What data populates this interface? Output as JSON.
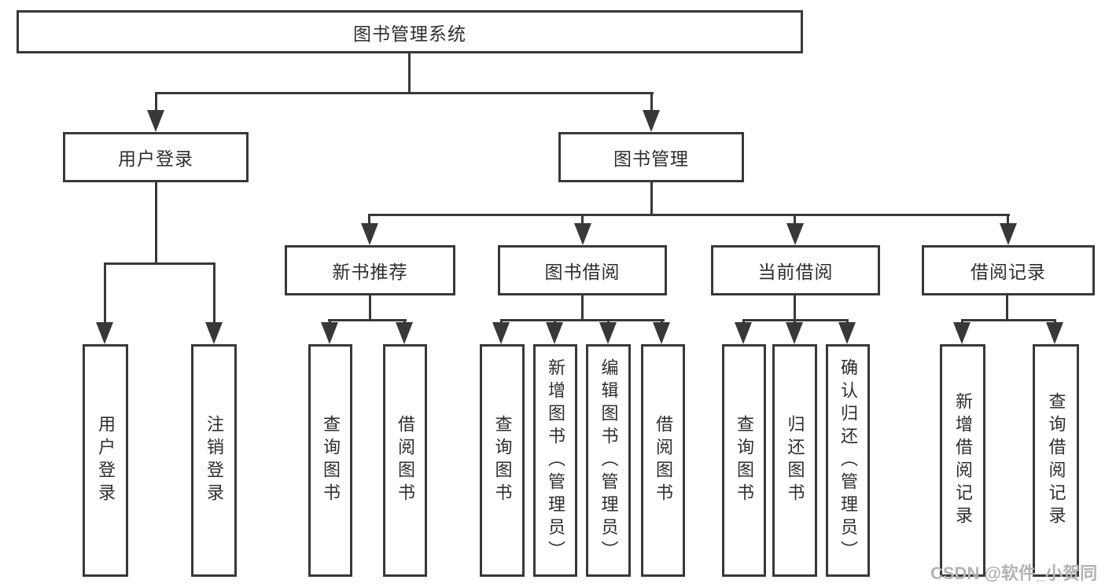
{
  "tree": {
    "root": "图书管理系统",
    "user_login": {
      "label": "用户登录",
      "children": [
        "用户登录",
        "注销登录"
      ]
    },
    "book_mgmt": {
      "label": "图书管理",
      "sections": [
        {
          "label": "新书推荐",
          "children": [
            "查询图书",
            "借阅图书"
          ]
        },
        {
          "label": "图书借阅",
          "children": [
            "查询图书",
            "新增图书（管理员）",
            "编辑图书（管理员）",
            "借阅图书"
          ]
        },
        {
          "label": "当前借阅",
          "children": [
            "查询图书",
            "归还图书",
            "确认归还（管理员）"
          ]
        },
        {
          "label": "借阅记录",
          "children": [
            "新增借阅记录",
            "查询借阅记录"
          ]
        }
      ]
    }
  },
  "watermark": "CSDN @软件_小贺同学",
  "colors": {
    "line": "#383838",
    "text": "#2e2e2e",
    "watermark": "#b3b3b3",
    "background": "#ffffff"
  }
}
